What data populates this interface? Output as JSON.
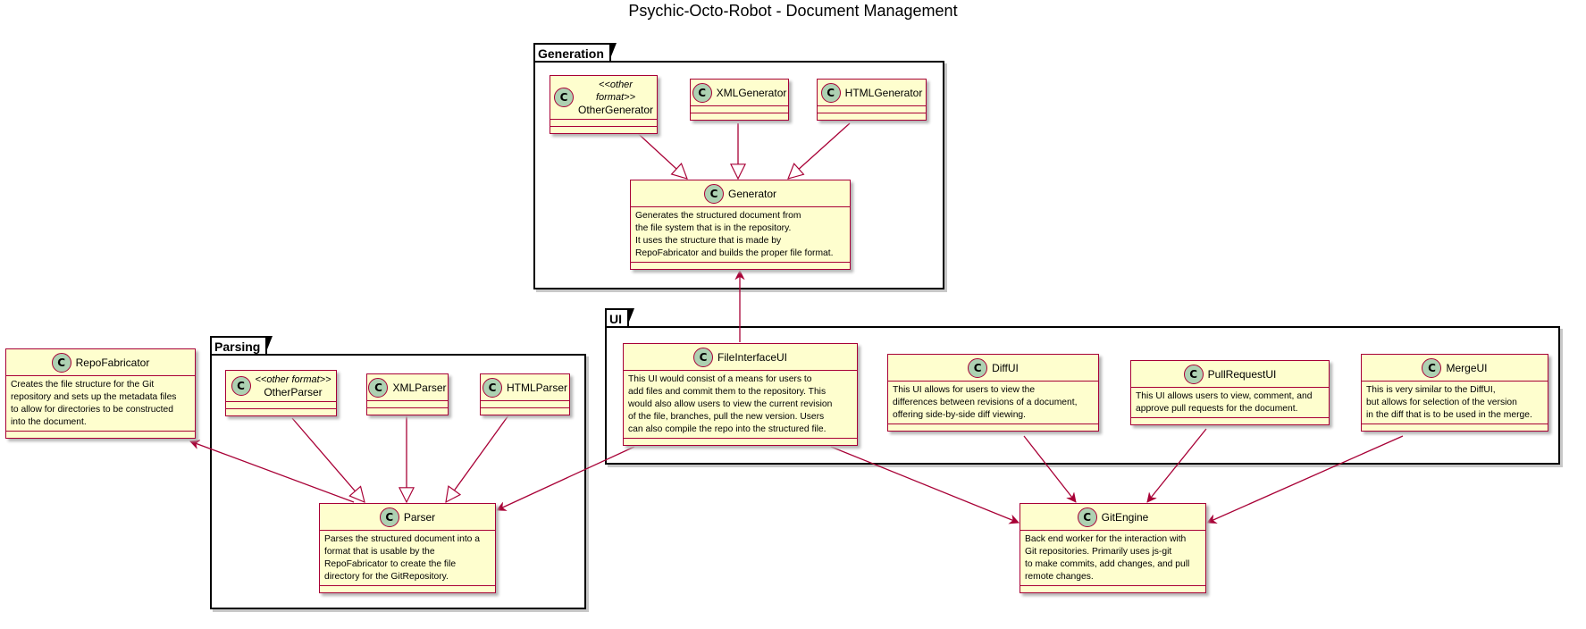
{
  "title": "Psychic-Octo-Robot - Document Management",
  "class_glyph": "C",
  "packages": {
    "generation": "Generation",
    "parsing": "Parsing",
    "ui": "UI"
  },
  "classes": {
    "other_generator": {
      "stereotype": "<<other format>>",
      "name": "OtherGenerator"
    },
    "xml_generator": {
      "name": "XMLGenerator"
    },
    "html_generator": {
      "name": "HTMLGenerator"
    },
    "generator": {
      "name": "Generator",
      "description": "Generates the structured document from\nthe file system that is in the repository.\nIt uses the structure that is made by\nRepoFabricator and builds the proper file format."
    },
    "repo_fabricator": {
      "name": "RepoFabricator",
      "description": "Creates the file structure for the Git\nrepository and sets up the metadata files\nto allow for directories to be constructed\ninto the document."
    },
    "other_parser": {
      "stereotype": "<<other format>>",
      "name": "OtherParser"
    },
    "xml_parser": {
      "name": "XMLParser"
    },
    "html_parser": {
      "name": "HTMLParser"
    },
    "parser": {
      "name": "Parser",
      "description": "Parses the structured document into a\nformat that is usable by the\nRepoFabricator to create the file\ndirectory for the GitRepository."
    },
    "file_interface_ui": {
      "name": "FileInterfaceUI",
      "description": "This UI would consist of a means for users to\nadd files and commit them to the repository. This\nwould also allow users to view the current revision\nof the file, branches, pull the new version. Users\ncan also compile the repo into the structured file."
    },
    "diff_ui": {
      "name": "DiffUI",
      "description": "This UI allows for users to view the\ndifferences between revisions of a document,\noffering side-by-side diff viewing."
    },
    "pull_request_ui": {
      "name": "PullRequestUI",
      "description": "This UI allows users to view, comment, and\napprove pull requests for the document."
    },
    "merge_ui": {
      "name": "MergeUI",
      "description": "This is very similar to the DiffUI,\nbut allows for selection of the version\nin the diff that is to be used in the merge."
    },
    "git_engine": {
      "name": "GitEngine",
      "description": "Back end worker for the interaction with\nGit repositories. Primarily uses js-git\nto make commits, add changes, and pull\nremote changes."
    }
  },
  "relations": [
    {
      "from": "OtherGenerator",
      "to": "Generator",
      "type": "inheritance"
    },
    {
      "from": "XMLGenerator",
      "to": "Generator",
      "type": "inheritance"
    },
    {
      "from": "HTMLGenerator",
      "to": "Generator",
      "type": "inheritance"
    },
    {
      "from": "OtherParser",
      "to": "Parser",
      "type": "inheritance"
    },
    {
      "from": "XMLParser",
      "to": "Parser",
      "type": "inheritance"
    },
    {
      "from": "HTMLParser",
      "to": "Parser",
      "type": "inheritance"
    },
    {
      "from": "FileInterfaceUI",
      "to": "Generator",
      "type": "association"
    },
    {
      "from": "Parser",
      "to": "RepoFabricator",
      "type": "association"
    },
    {
      "from": "FileInterfaceUI",
      "to": "Parser",
      "type": "association"
    },
    {
      "from": "FileInterfaceUI",
      "to": "GitEngine",
      "type": "association"
    },
    {
      "from": "DiffUI",
      "to": "GitEngine",
      "type": "association"
    },
    {
      "from": "PullRequestUI",
      "to": "GitEngine",
      "type": "association"
    },
    {
      "from": "MergeUI",
      "to": "GitEngine",
      "type": "association"
    }
  ],
  "colors": {
    "class_fill": "#fefece",
    "class_border": "#a80036",
    "class_icon": "#add1b2",
    "edge": "#a80036",
    "package_border": "#000000"
  }
}
